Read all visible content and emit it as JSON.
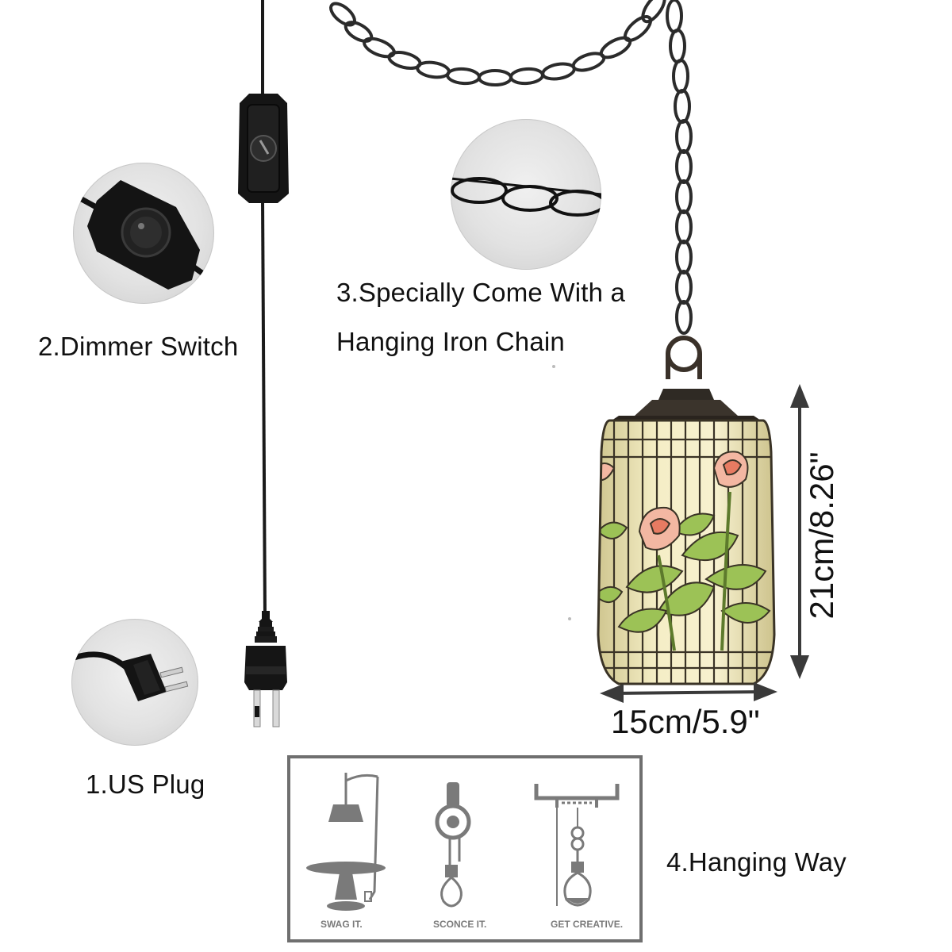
{
  "features": {
    "dimmer_switch": "2.Dimmer Switch",
    "chain_line1": "3.Specially Come With a",
    "chain_line2": "Hanging Iron Chain",
    "us_plug": "1.US Plug",
    "hanging_way": "4.Hanging Way"
  },
  "dimensions": {
    "height": "21cm/8.26\"",
    "width": "15cm/5.9\""
  },
  "hanging_methods": {
    "swag": "SWAG IT.",
    "sconce": "SCONCE IT.",
    "creative": "GET CREATIVE."
  },
  "colors": {
    "cord": "#1a1a1a",
    "chain": "#2b2b2b",
    "shade_cream": "#f1e7bb",
    "lead_line": "#3a3326",
    "leaf_green": "#9cc256",
    "petal_pink": "#f3b7a2",
    "icon_gray": "#7a7a7a"
  }
}
